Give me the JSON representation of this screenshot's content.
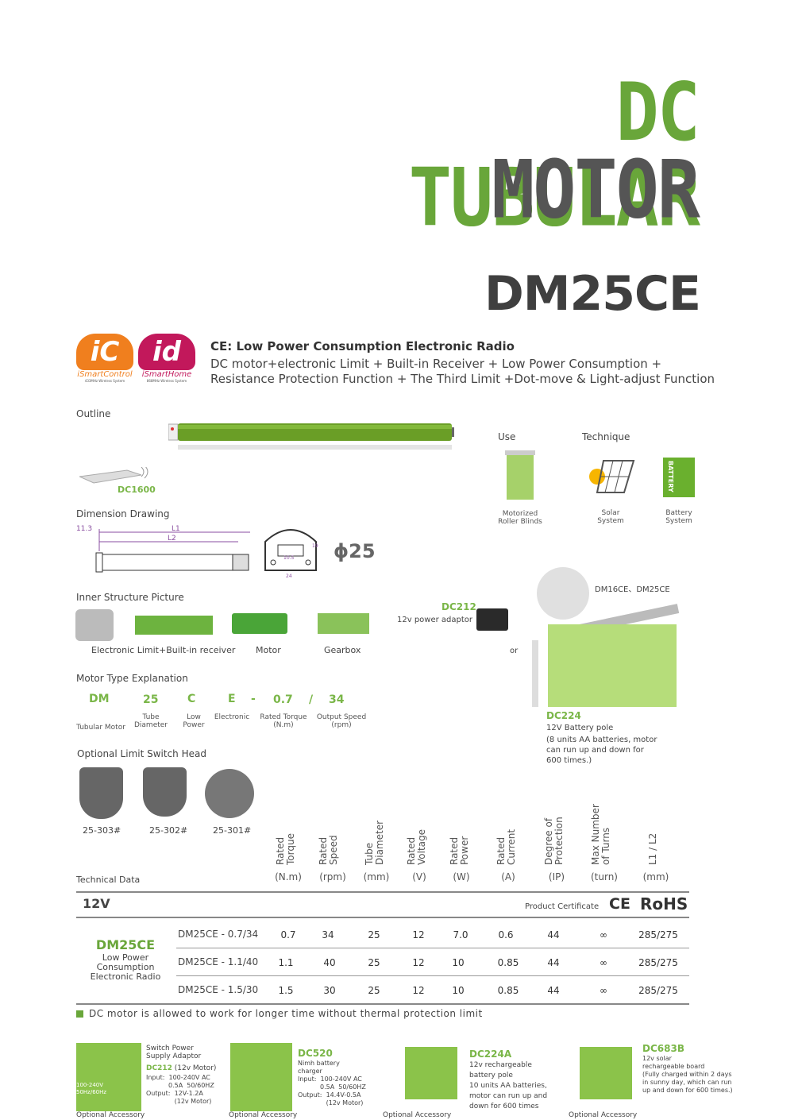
{
  "title": {
    "line1": "DC TUBULAR",
    "line2": "MOTOR",
    "model": "DM25CE"
  },
  "logos": [
    {
      "mark": "iC",
      "name": "iSmartControl",
      "tagline": "433MHz Wireless System",
      "color": "#f07f1e"
    },
    {
      "mark": "id",
      "name": "iSmartHome",
      "tagline": "868MHz Wireless System",
      "color": "#c2185b"
    }
  ],
  "ce": {
    "heading": "CE: Low Power Consumption Electronic Radio",
    "line1": "DC motor+electronic Limit + Built-in Receiver + Low Power Consumption +",
    "line2": "Resistance Protection Function + The Third Limit +Dot-move & Light-adjust Function"
  },
  "outline": {
    "label": "Outline",
    "remote": "DC1600"
  },
  "use": {
    "label": "Use",
    "item": "Motorized\nRoller Blinds"
  },
  "technique": {
    "label": "Technique",
    "items": [
      "Solar\nSystem",
      "Battery\nSystem"
    ],
    "battery_text": "BATTERY"
  },
  "dimension": {
    "label": "Dimension Drawing",
    "d1": "11.3",
    "l1": "L1",
    "l2": "L2",
    "d_small": "10.5",
    "d_w": "24",
    "d_h": "19",
    "diameter": "ϕ25"
  },
  "inner": {
    "label": "Inner Structure Picture",
    "parts": [
      "Electronic Limit+Built-in receiver",
      "Motor",
      "Gearbox"
    ]
  },
  "motor_type": {
    "label": "Motor Type Explanation",
    "codes": [
      {
        "code": "DM",
        "desc": "Tubular Motor"
      },
      {
        "code": "25",
        "desc": "Tube\nDiameter"
      },
      {
        "code": "C",
        "desc": "Low\nPower"
      },
      {
        "code": "E",
        "desc": "Electronic"
      },
      {
        "code": "-",
        "desc": ""
      },
      {
        "code": "0.7",
        "desc": "Rated Torque\n(N.m)"
      },
      {
        "code": "/",
        "desc": ""
      },
      {
        "code": "34",
        "desc": "Output Speed\n(rpm)"
      }
    ]
  },
  "limit_heads": {
    "label": "Optional Limit Switch Head",
    "items": [
      "25-303#",
      "25-302#",
      "25-301#"
    ]
  },
  "power": {
    "adaptor_code": "DC212",
    "adaptor_desc": "12v power adaptor",
    "or": "or",
    "installed": "DM16CE、DM25CE",
    "pole_code": "DC224",
    "pole_desc": "12V Battery pole",
    "pole_note": "(8 units AA batteries, motor\ncan run up and down for\n600 times.)"
  },
  "tech": {
    "label": "Technical Data",
    "headers": [
      "Rated\nTorque",
      "Rated\nSpeed",
      "Tube\nDiameter",
      "Rated\nVoltage",
      "Rated\nPower",
      "Rated\nCurrent",
      "Degree of\nProtection",
      "Max Number\nof Turns",
      "L1 / L2"
    ],
    "units": [
      "(N.m)",
      "(rpm)",
      "(mm)",
      "(V)",
      "(W)",
      "(A)",
      "(IP)",
      "(turn)",
      "(mm)"
    ],
    "voltage_group": "12V",
    "certificate_label": "Product Certificate",
    "cert_marks": [
      "CE",
      "RoHS"
    ],
    "series_name": "DM25CE",
    "series_desc": "Low Power\nConsumption\nElectronic Radio",
    "rows": [
      {
        "model": "DM25CE - 0.7/34",
        "values": [
          "0.7",
          "34",
          "25",
          "12",
          "7.0",
          "0.6",
          "44",
          "∞",
          "285/275"
        ]
      },
      {
        "model": "DM25CE - 1.1/40",
        "values": [
          "1.1",
          "40",
          "25",
          "12",
          "10",
          "0.85",
          "44",
          "∞",
          "285/275"
        ]
      },
      {
        "model": "DM25CE - 1.5/30",
        "values": [
          "1.5",
          "30",
          "25",
          "12",
          "10",
          "0.85",
          "44",
          "∞",
          "285/275"
        ]
      }
    ],
    "note": "DC motor is allowed to work for longer time without thermal protection limit"
  },
  "accessories": [
    {
      "caption": "Optional Accessory",
      "title": "Switch Power\nSupply Adaptor",
      "code": "DC212",
      "code_suffix": " (12v Motor)",
      "spec": "Input:  100-240V AC\n           0.5A  50/60HZ\nOutput:  12V-1.2A\n              (12v Motor)",
      "img_text": "100-240V\n50Hz/60Hz"
    },
    {
      "caption": "Optional Accessory",
      "title": "",
      "code": "DC520",
      "code_suffix": "",
      "spec": "Nimh battery\ncharger\nInput:  100-240V AC\n           0.5A  50/60HZ\nOutput:  14.4V-0.5A\n              (12v Motor)",
      "img_text": ""
    },
    {
      "caption": "Optional Accessory",
      "title": "",
      "code": "DC224A",
      "code_suffix": "",
      "spec": "12v rechargeable\nbattery pole\n10 units AA batteries,\nmotor can run up and\ndown for 600 times",
      "img_text": ""
    },
    {
      "caption": "Optional Accessory",
      "title": "",
      "code": "DC683B",
      "code_suffix": "",
      "spec": "12v solar\nrechargeable board\n(Fully charged within 2 days\nin sunny day, which can run\nup and down for 600 times.)",
      "img_text": ""
    }
  ],
  "colors": {
    "accent": "#69a63a",
    "dark": "#555555"
  }
}
